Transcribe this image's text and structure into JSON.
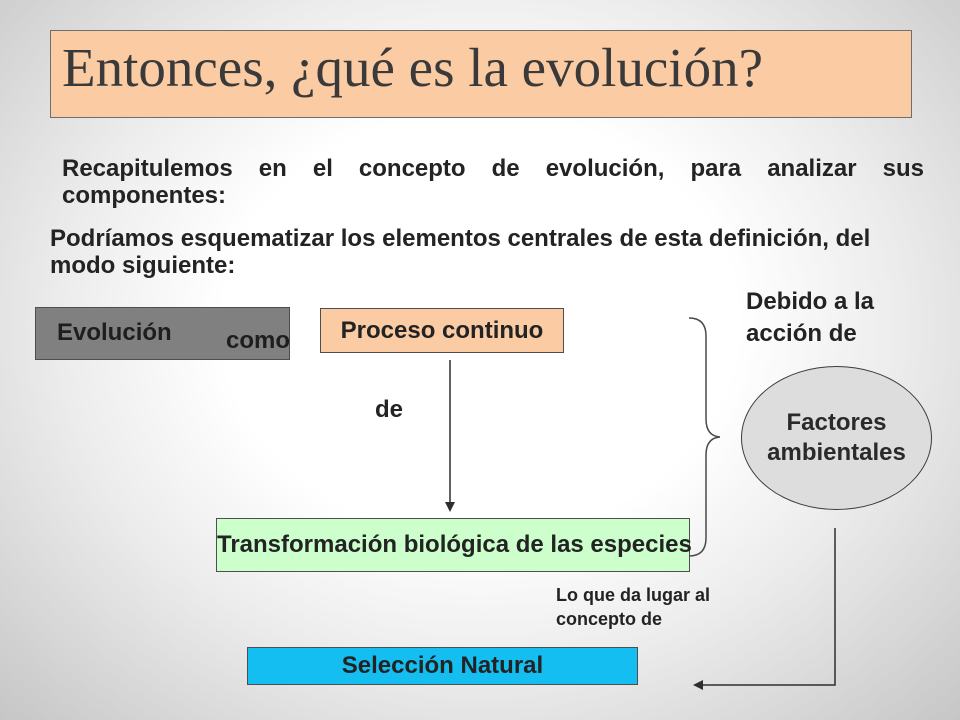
{
  "slide": {
    "title": "Entonces, ¿qué es la evolución?",
    "intro": "Recapitulemos en el concepto de evolución, para analizar sus componentes:",
    "lead": "Podríamos esquematizar los elementos centrales de esta definición, del modo siguiente:"
  },
  "diagram": {
    "evolucion": {
      "label": "Evolución",
      "connector": "como"
    },
    "proceso": {
      "label": "Proceso continuo"
    },
    "de_label": "de",
    "transformacion": {
      "label": "Transformación biológica de las especies"
    },
    "debido_label": [
      "Debido a la",
      "acción de"
    ],
    "factores": {
      "lines": [
        "Factores",
        "ambientales"
      ]
    },
    "lo_que_label": [
      "Lo que da lugar al",
      "concepto de"
    ],
    "seleccion": {
      "label": "Selección Natural"
    }
  },
  "colors": {
    "title_fill": "#FBCBA4",
    "evolucion_fill": "#808080",
    "proceso_fill": "#FBCBA4",
    "transformacion_fill": "#CCFFCC",
    "factores_fill": "#DDDDDD",
    "seleccion_fill": "#14BEF0"
  }
}
